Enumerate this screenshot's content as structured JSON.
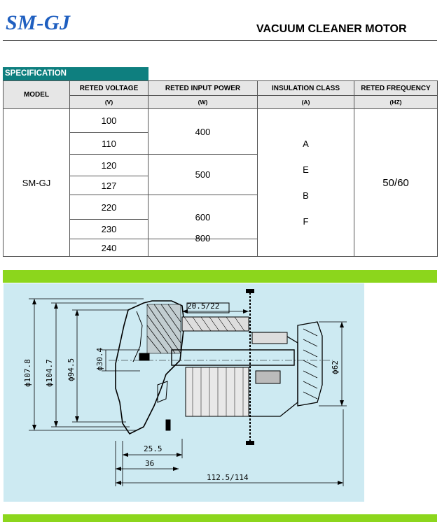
{
  "header": {
    "brand": "SM-GJ",
    "title": "VACUUM CLEANER MOTOR"
  },
  "spec": {
    "section_label": "SPECIFICATION",
    "columns": [
      {
        "name": "MODEL",
        "unit": ""
      },
      {
        "name": "RETED VOLTAGE",
        "unit": "(V)"
      },
      {
        "name": "RETED INPUT POWER",
        "unit": "(W)"
      },
      {
        "name": "INSULATION CLASS",
        "unit": "(A)"
      },
      {
        "name": "RETED FREQUENCY",
        "unit": "(HZ)"
      }
    ],
    "model": "SM-GJ",
    "voltages": [
      "100",
      "110",
      "120",
      "127",
      "220",
      "230",
      "240"
    ],
    "powers": [
      "400",
      "500",
      "600",
      "800"
    ],
    "insulation_classes": [
      "A",
      "E",
      "B",
      "F"
    ],
    "frequency": "50/60"
  },
  "drawing": {
    "background": "#cdeaf2",
    "dimensions": {
      "d1": "ϕ107.8",
      "d2": "ϕ104.7",
      "d3": "ϕ94.5",
      "d4": "ϕ30.4",
      "d5": "ϕ62",
      "top": "20.5/22",
      "b1": "25.5",
      "b2": "36",
      "b3": "112.5/114"
    }
  }
}
